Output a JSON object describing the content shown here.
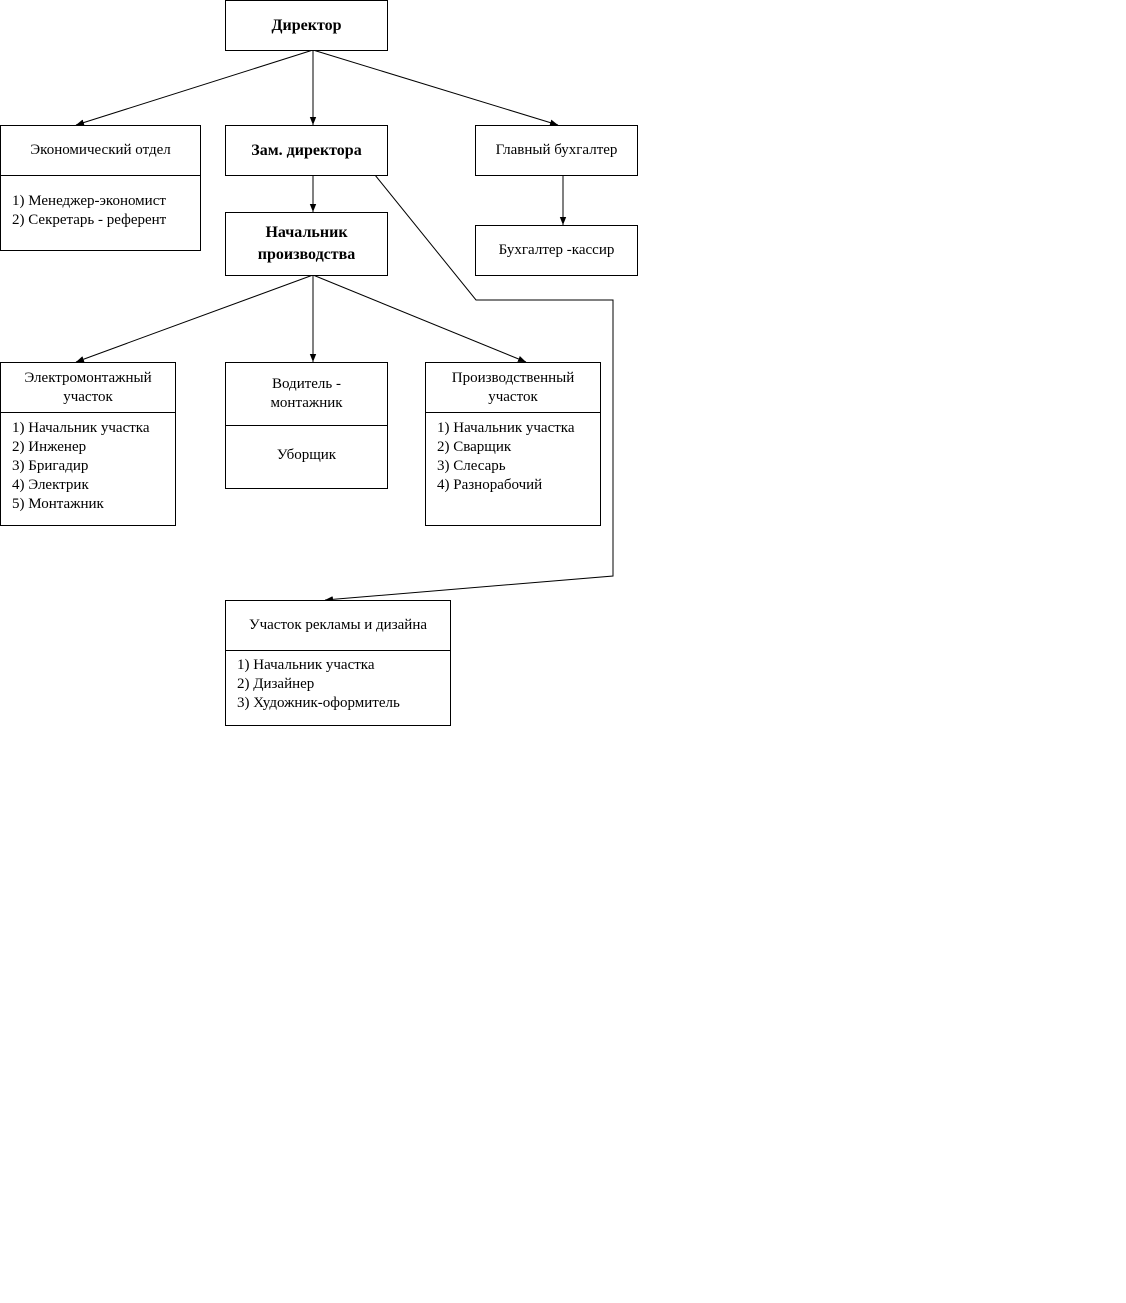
{
  "director": "Директор",
  "economic_dept": {
    "title": "Экономический отдел",
    "items": [
      "1) Менеджер-экономист",
      "2) Секретарь - референт"
    ]
  },
  "deputy_director": "Зам. директора",
  "chief_accountant": "Главный бухгалтер",
  "accountant_cashier": "Бухгалтер -кассир",
  "production_head": "Начальник производства",
  "electro_section": {
    "title": "Электромонтажный участок",
    "items": [
      "1) Начальник участка",
      "2) Инженер",
      "3) Бригадир",
      "4) Электрик",
      "5) Монтажник"
    ]
  },
  "driver_box": {
    "title": "Водитель - монтажник",
    "subtitle": "Уборщик"
  },
  "production_section": {
    "title": "Производственный участок",
    "items": [
      "1) Начальник участка",
      "2) Сварщик",
      "3) Слесарь",
      "4) Разнорабочий"
    ]
  },
  "ad_section": {
    "title": "Участок рекламы и дизайна",
    "items": [
      "1) Начальник участка",
      "2) Дизайнер",
      "3) Художник-оформитель"
    ]
  }
}
